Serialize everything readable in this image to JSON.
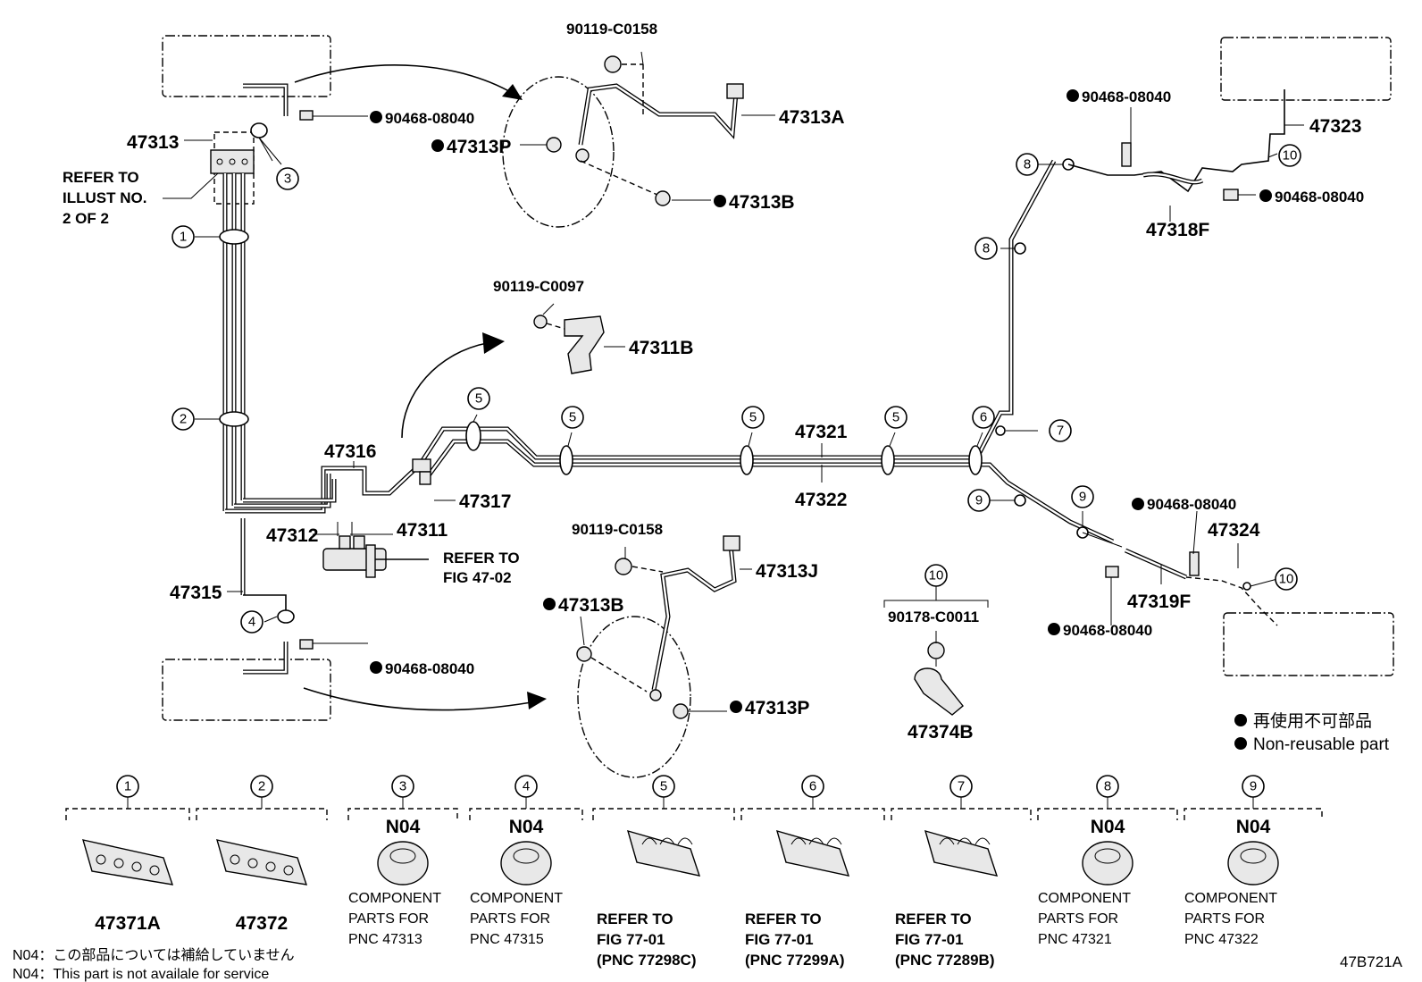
{
  "parts": {
    "p47313": "47313",
    "refer_illust_1": "REFER TO",
    "refer_illust_2": "ILLUST NO.",
    "refer_illust_3": "2 OF 2",
    "p90468_tl": "90468-08040",
    "p90119_c0158_top": "90119-C0158",
    "p47313A": "47313A",
    "p47313P_top": "47313P",
    "p47313B_top": "47313B",
    "p90119_c0097": "90119-C0097",
    "p47311B": "47311B",
    "p47316": "47316",
    "p47317": "47317",
    "p47312": "47312",
    "p47311": "47311",
    "refer_fig_1": "REFER TO",
    "refer_fig_2": "FIG 47-02",
    "p47315": "47315",
    "p90468_bl": "90468-08040",
    "p90119_c0158_bot": "90119-C0158",
    "p47313J": "47313J",
    "p47313B_bot": "47313B",
    "p47313P_bot": "47313P",
    "p47321": "47321",
    "p47322": "47322",
    "p90178": "90178-C0011",
    "p47374B": "47374B",
    "p90468_tr1": "90468-08040",
    "p47323": "47323",
    "p90468_tr2": "90468-08040",
    "p47318F": "47318F",
    "p90468_mr": "90468-08040",
    "p47324": "47324",
    "p47319F": "47319F",
    "p90468_br": "90468-08040"
  },
  "legend": {
    "jp": "再使用不可部品",
    "en": "Non-reusable part"
  },
  "bottom_items": [
    {
      "num": "1",
      "tag": "",
      "lines": [
        "47371A"
      ]
    },
    {
      "num": "2",
      "tag": "",
      "lines": [
        "47372"
      ]
    },
    {
      "num": "3",
      "tag": "N04",
      "lines": [
        "COMPONENT",
        "PARTS FOR",
        "PNC 47313"
      ]
    },
    {
      "num": "4",
      "tag": "N04",
      "lines": [
        "COMPONENT",
        "PARTS FOR",
        "PNC 47315"
      ]
    },
    {
      "num": "5",
      "tag": "",
      "lines": [
        "REFER TO",
        "FIG 77-01",
        "(PNC 77298C)"
      ]
    },
    {
      "num": "6",
      "tag": "",
      "lines": [
        "REFER TO",
        "FIG 77-01",
        "(PNC 77299A)"
      ]
    },
    {
      "num": "7",
      "tag": "",
      "lines": [
        "REFER TO",
        "FIG 77-01",
        "(PNC 77289B)"
      ]
    },
    {
      "num": "8",
      "tag": "N04",
      "lines": [
        "COMPONENT",
        "PARTS FOR",
        "PNC 47321"
      ]
    },
    {
      "num": "9",
      "tag": "N04",
      "lines": [
        "COMPONENT",
        "PARTS FOR",
        "PNC 47322"
      ]
    }
  ],
  "footnotes": {
    "jp": "N04：この部品については補給していません",
    "en": "N04：This part is not availale for service"
  },
  "diagram_code": "47B721A"
}
